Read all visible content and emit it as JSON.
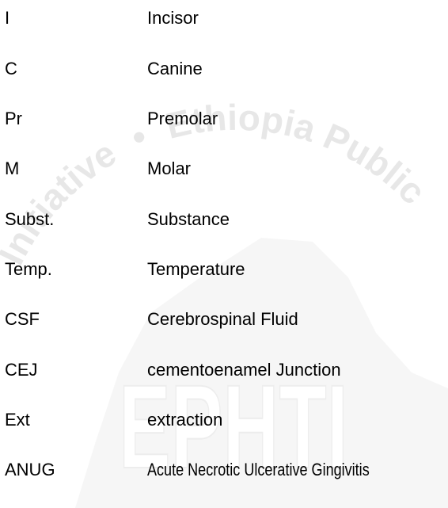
{
  "watermark": {
    "arc_text_left": "Initiative",
    "separator": "•",
    "arc_text_right": "Ethiopia Public",
    "center_text": "EPHTI",
    "color": "#bfbfbf"
  },
  "abbreviations": [
    {
      "term": "I",
      "definition": "Incisor"
    },
    {
      "term": "C",
      "definition": "Canine"
    },
    {
      "term": "Pr",
      "definition": "Premolar"
    },
    {
      "term": "M",
      "definition": "Molar"
    },
    {
      "term": "Subst.",
      "definition": "Substance"
    },
    {
      "term": "Temp.",
      "definition": "Temperature"
    },
    {
      "term": "CSF",
      "definition": "Cerebrospinal Fluid"
    },
    {
      "term": "CEJ",
      "definition": "cementoenamel Junction"
    },
    {
      "term": "Ext",
      "definition": "extraction"
    },
    {
      "term": "ANUG",
      "definition": "Acute Necrotic Ulcerative Gingivitis"
    }
  ]
}
